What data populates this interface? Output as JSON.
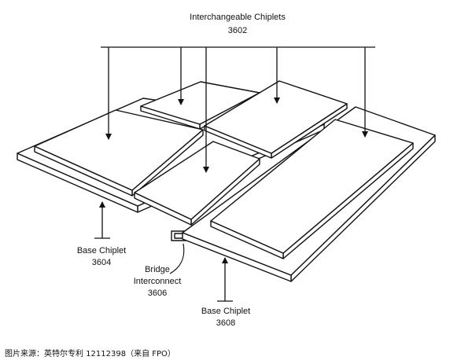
{
  "labels": {
    "interchangeable_title": "Interchangeable Chiplets",
    "interchangeable_num": "3602",
    "base_left_title": "Base Chiplet",
    "base_left_num": "3604",
    "bridge_line1": "Bridge",
    "bridge_line2": "Interconnect",
    "bridge_num": "3606",
    "base_right_title": "Base Chiplet",
    "base_right_num": "3608"
  },
  "caption": "图片来源：英特尔专利 12112398（来自 FPO）",
  "colors": {
    "stroke": "#111111",
    "fill": "#ffffff"
  }
}
